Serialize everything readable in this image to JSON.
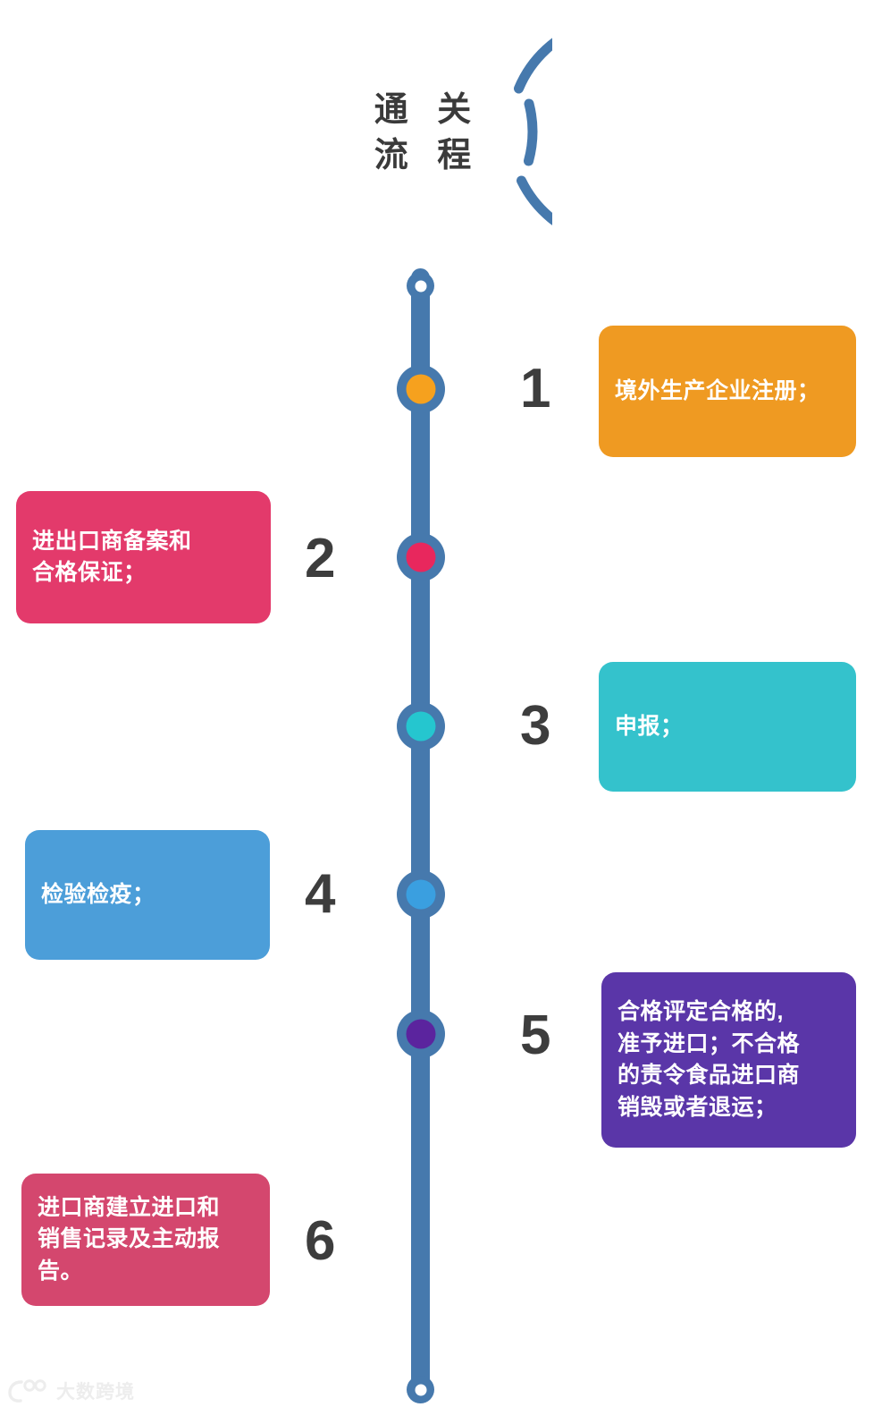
{
  "title": {
    "line1": "通关流程",
    "line1_a": "通 关",
    "line1_b": "流 程",
    "ring_color": "#4679ad"
  },
  "timeline": {
    "bar_color": "#4679ad",
    "cap_top_name": "timeline-top-cap",
    "cap_bottom_name": "timeline-bottom-cap"
  },
  "steps": [
    {
      "number": "1",
      "text": "境外生产企业注册；",
      "color": "#ef9a22",
      "dot_color": "#f6a11e",
      "side": "right"
    },
    {
      "number": "2",
      "text": "进出口商备案和\n合格保证；",
      "color": "#e33a6b",
      "dot_color": "#e8275d",
      "side": "left"
    },
    {
      "number": "3",
      "text": "申报；",
      "color": "#34c2cc",
      "dot_color": "#25c6cf",
      "side": "right"
    },
    {
      "number": "4",
      "text": "检验检疫；",
      "color": "#4c9ed9",
      "dot_color": "#3a9fe0",
      "side": "left"
    },
    {
      "number": "5",
      "text": "合格评定合格的,\n准予进口；不合格\n的责令食品进口商\n销毁或者退运；",
      "color": "#5a36a8",
      "dot_color": "#5b249e",
      "side": "right"
    },
    {
      "number": "6",
      "text": "进口商建立进口和\n销售记录及主动报\n告。",
      "color": "#d4476e",
      "dot_color": "#d4476e",
      "side": "left"
    }
  ],
  "watermark": {
    "text": "大数跨境",
    "color": "#ededed"
  }
}
